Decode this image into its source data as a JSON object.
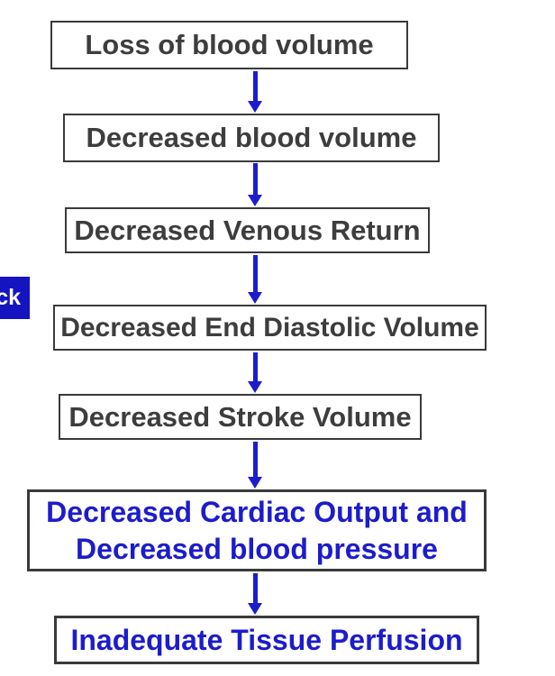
{
  "diagram": {
    "type": "flowchart",
    "direction": "top-down",
    "boxes": [
      {
        "label": "Loss of blood volume",
        "style": "gray"
      },
      {
        "label": "Decreased blood volume",
        "style": "gray"
      },
      {
        "label": "Decreased Venous Return",
        "style": "gray"
      },
      {
        "label": "Decreased End Diastolic Volume",
        "style": "gray"
      },
      {
        "label": "Decreased Stroke Volume",
        "style": "gray"
      },
      {
        "label": "Decreased Cardiac Output and\nDecreased blood pressure",
        "style": "blue"
      },
      {
        "label": "Inadequate Tissue Perfusion",
        "style": "blue"
      }
    ],
    "connections": [
      [
        0,
        1
      ],
      [
        1,
        2
      ],
      [
        2,
        3
      ],
      [
        3,
        4
      ],
      [
        4,
        5
      ],
      [
        5,
        6
      ]
    ],
    "side_tab": {
      "visible_text": "ck"
    },
    "colors": {
      "accent_blue": "#1c1ccd",
      "tab_blue": "#1414c0",
      "box_border": "#3a3a3a",
      "box_text_gray": "#3d3d3d",
      "background": "#ffffff"
    }
  }
}
